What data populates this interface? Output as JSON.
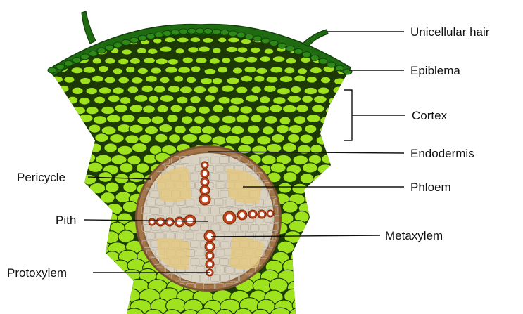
{
  "labels": {
    "unicellular_hair": "Unicellular hair",
    "epiblema": "Epiblema",
    "cortex": "Cortex",
    "endodermis": "Endodermis",
    "pericycle": "Pericycle",
    "phloem": "Phloem",
    "pith": "Pith",
    "metaxylem": "Metaxylem",
    "protoxylem": "Protoxylem"
  },
  "colors": {
    "epiblema": "#1f6b12",
    "cortex_cell": "#9fe21e",
    "cortex_outline": "#1d3a06",
    "endodermis_ring": "#a5754a",
    "stele_fill": "#d9d2c2",
    "phloem": "#e3c77a",
    "xylem": "#c0451c"
  }
}
